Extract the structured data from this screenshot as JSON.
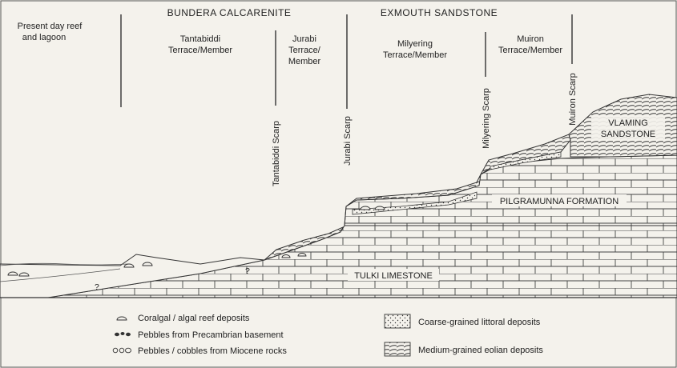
{
  "header": {
    "present_day": [
      "Present day reef",
      "and lagoon"
    ],
    "group_bundera": "BUNDERA  CALCARENITE",
    "group_exmouth": "EXMOUTH  SANDSTONE",
    "terrace_tantabiddi": [
      "Tantabiddi",
      "Terrace/Member"
    ],
    "terrace_jurabi": [
      "Jurabi",
      "Terrace/",
      "Member"
    ],
    "terrace_milyering": [
      "Milyering",
      "Terrace/Member"
    ],
    "terrace_muiron": [
      "Muiron",
      "Terrace/Member"
    ]
  },
  "scarps": {
    "tantabiddi": "Tantabiddi Scarp",
    "jurabi": "Jurabi  Scarp",
    "milyering": "Milyering  Scarp",
    "muiron": "Muiron  Scarp"
  },
  "formations": {
    "vlaming": [
      "VLAMING",
      "SANDSTONE"
    ],
    "pilgramunna": "PILGRAMUNNA  FORMATION",
    "tulki": "TULKI  LIMESTONE",
    "question_mark": "?"
  },
  "legend": {
    "coralgal": "Coralgal / algal  reef  deposits",
    "pebbles_precambrian": "Pebbles from Precambrian basement",
    "pebbles_miocene": "Pebbles / cobbles from Miocene rocks",
    "coarse_littoral": "Coarse-grained littoral deposits",
    "medium_eolian": "Medium-grained eolian deposits"
  },
  "colors": {
    "background": "#f4f2ec",
    "ink": "#222222"
  }
}
